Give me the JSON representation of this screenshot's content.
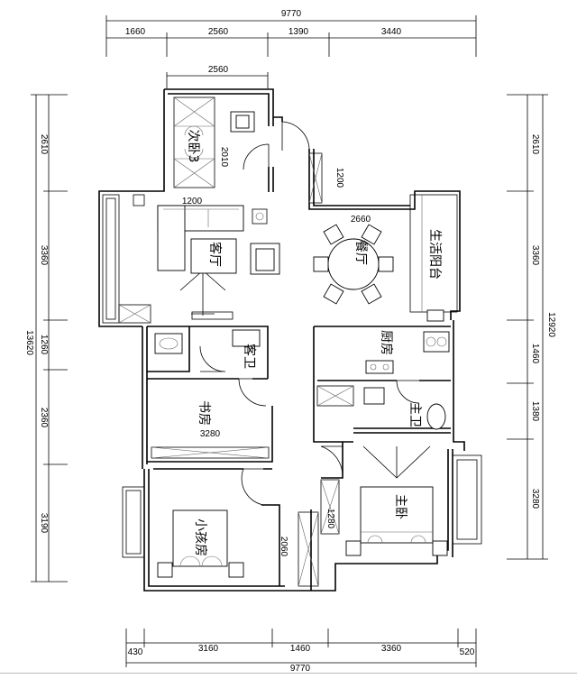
{
  "dimensions": {
    "top_total": "9770",
    "top": [
      "1660",
      "2560",
      "1390",
      "3440"
    ],
    "inner_top": "2560",
    "bottom_total": "9770",
    "bottom": [
      "430",
      "3160",
      "1460",
      "3360",
      "520"
    ],
    "left_total": "13620",
    "left": [
      "2610",
      "3360",
      "1260",
      "2360",
      "3190"
    ],
    "right_total": "12920",
    "right": [
      "2610",
      "3360",
      "1460",
      "1380",
      "3280"
    ],
    "inner": {
      "d2010": "2010",
      "d1200a": "1200",
      "d1200b": "1200",
      "d2660": "2660",
      "d3280": "3280",
      "d2060": "2060",
      "d1280": "1280"
    }
  },
  "rooms": {
    "bedroom3": "次卧3",
    "living": "客厅",
    "dining": "餐厅",
    "service_balcony": "生活阳台",
    "guest_bath": "客卫",
    "kitchen": "厨房",
    "study": "书房",
    "master_bath": "主卫",
    "child_room": "小孩房",
    "master_bedroom": "主卧"
  }
}
